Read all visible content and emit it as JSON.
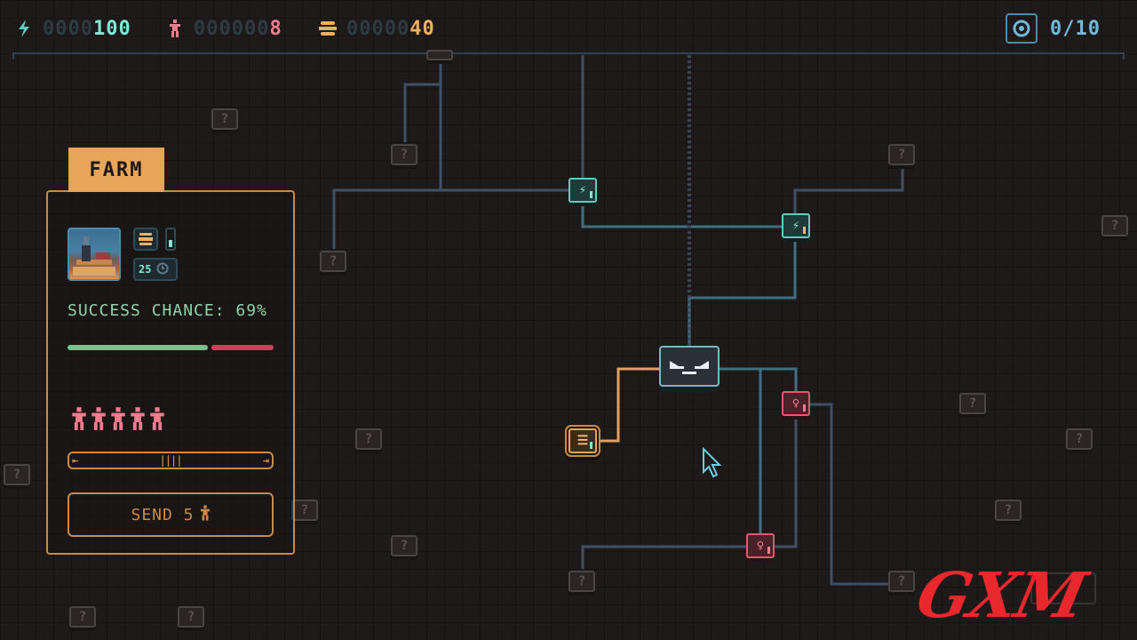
{
  "hud": {
    "energy": {
      "zeros": "0000",
      "value": "100",
      "icon": "lightning-icon",
      "color": "#7fe8d5"
    },
    "population": {
      "zeros": "000000",
      "value": "8",
      "icon": "person-icon",
      "color": "#f07d8e"
    },
    "food": {
      "zeros": "00000",
      "value": "40",
      "icon": "food-icon",
      "color": "#f0b060"
    },
    "target": {
      "value": "0/10",
      "icon": "target-icon",
      "color": "#6fb8d8"
    }
  },
  "panel": {
    "title": "FARM",
    "portrait_icon": "farm-portrait",
    "resource_icon": "food-icon",
    "duration": "25",
    "duration_icon": "clock-icon",
    "success_text": "SUCCESS CHANCE: 69%",
    "success_chance": 0.69,
    "team_size": 5,
    "send_label": "SEND 5",
    "send_icon": "person-icon"
  },
  "map": {
    "core_icon": "robot-core-icon",
    "unknown_label": "?",
    "node_icons": {
      "power": "⚡",
      "people": "♀",
      "food": "☰"
    }
  },
  "watermark": "GXM",
  "colors": {
    "accent": "#e8a458",
    "power": "#7fe8d5",
    "people": "#f07d8e",
    "panel_border": "#c98a45",
    "success": "#8fd3a8",
    "fail": "#d83a5a"
  }
}
